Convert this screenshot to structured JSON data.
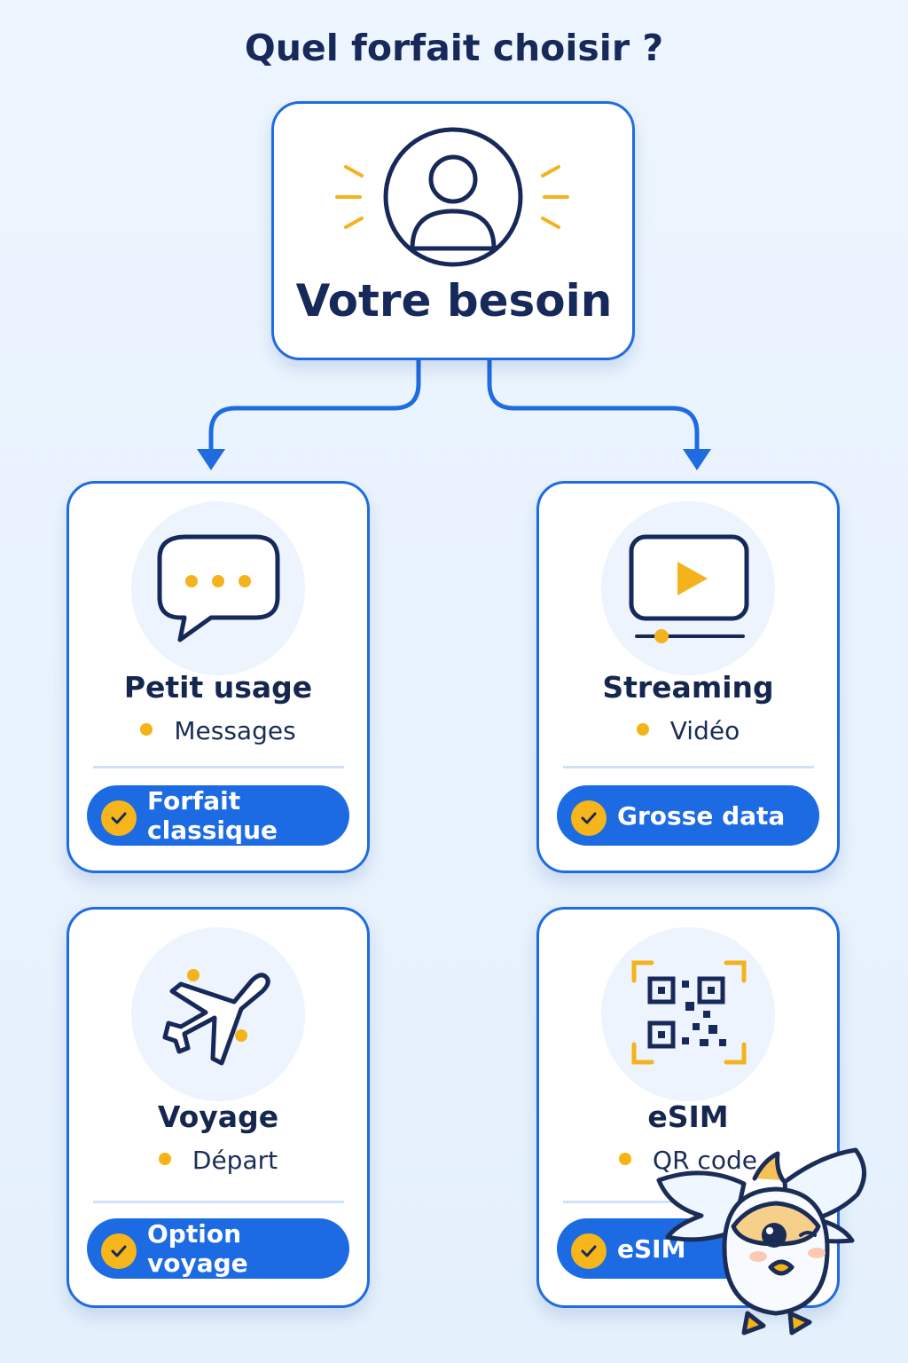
{
  "title": "Quel forfait choisir ?",
  "root": {
    "label": "Votre besoin",
    "icon": "user-icon"
  },
  "cards": [
    {
      "title": "Petit usage",
      "subtitle": "Messages",
      "badge": "Forfait classique",
      "icon": "chat-icon"
    },
    {
      "title": "Streaming",
      "subtitle": "Vidéo",
      "badge": "Grosse data",
      "icon": "video-icon"
    },
    {
      "title": "Voyage",
      "subtitle": "Départ",
      "badge": "Option voyage",
      "icon": "airplane-icon"
    },
    {
      "title": "eSIM",
      "subtitle": "QR code",
      "badge": "eSIM",
      "icon": "qr-code-icon"
    }
  ],
  "colors": {
    "primary": "#1d6be3",
    "accent": "#f6b51a",
    "text": "#15264f",
    "background": "#eaf3fe"
  },
  "mascot": {
    "icon": "bird-mascot-icon"
  }
}
